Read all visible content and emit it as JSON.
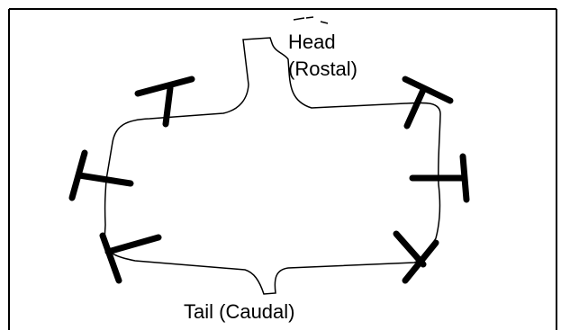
{
  "colors": {
    "background": "#ffffff",
    "outline": "#000000",
    "limbs": "#000000"
  },
  "labels": {
    "head_line1": "Head",
    "head_line2": "(Rostal)",
    "tail": "Tail (Caudal)"
  },
  "diagram": {
    "subject": "body outline with six limbs, top view",
    "limb_count": 6
  }
}
